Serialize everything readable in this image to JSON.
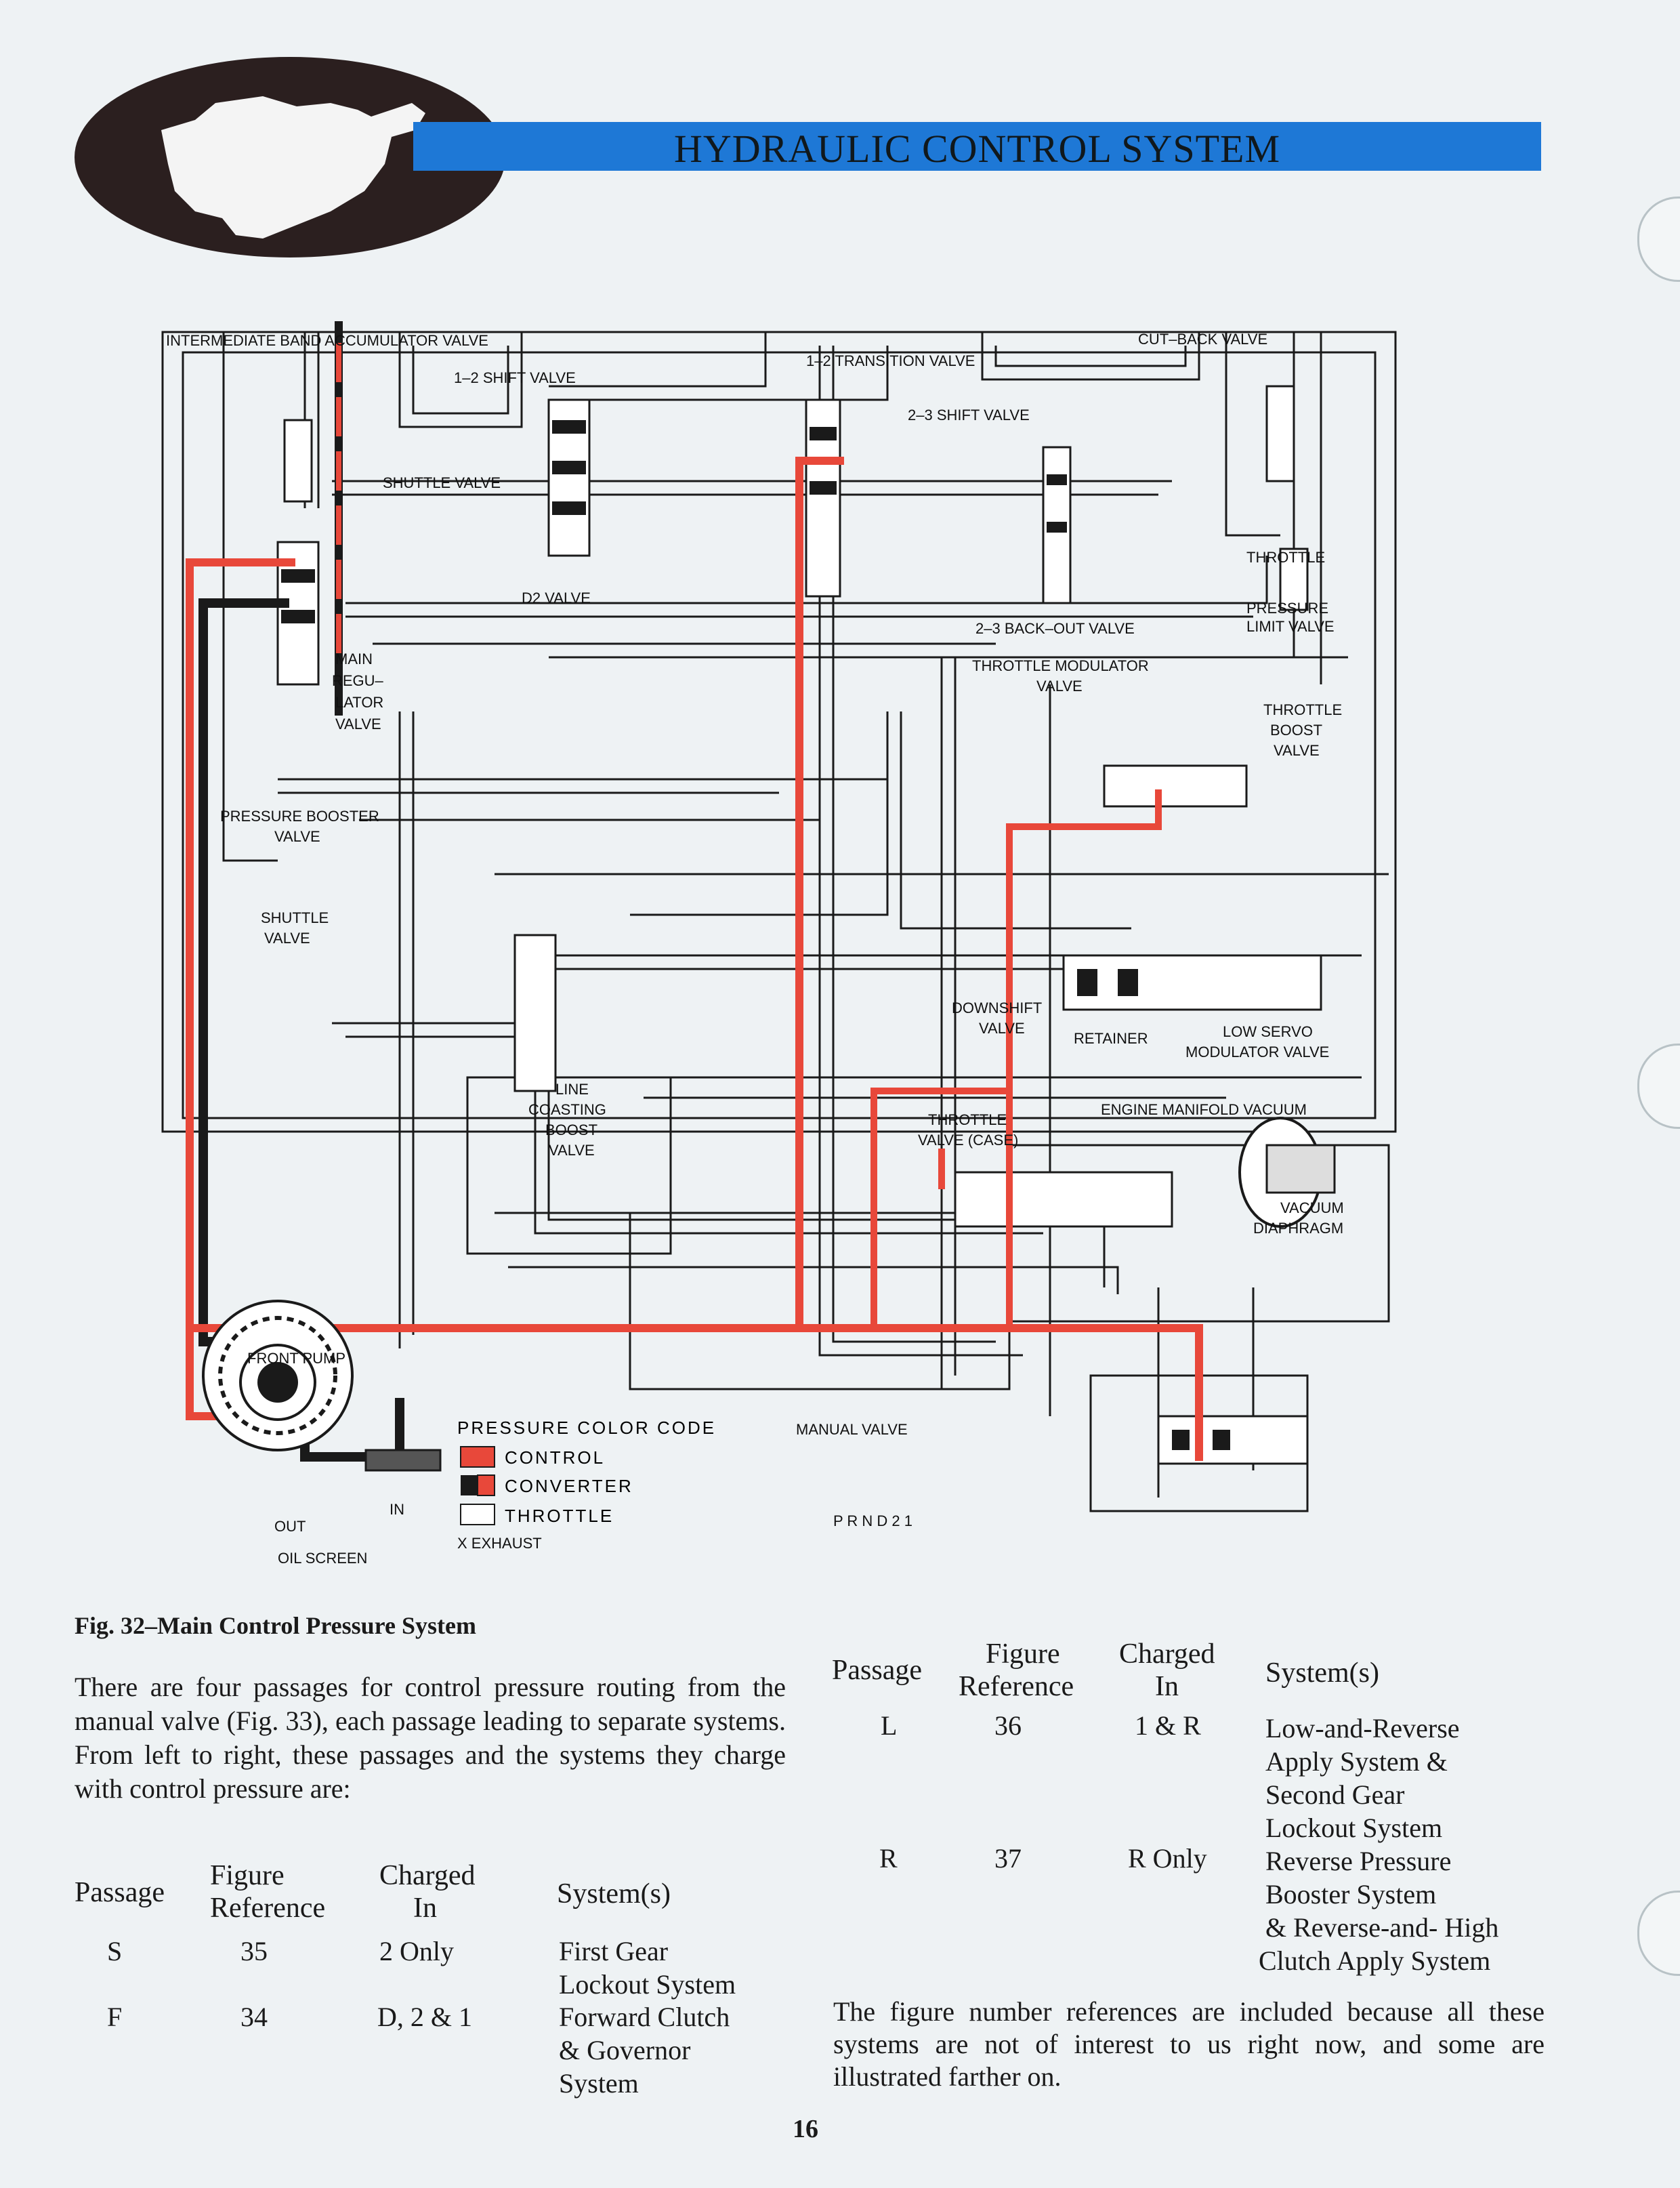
{
  "header": {
    "title": "HYDRAULIC CONTROL SYSTEM"
  },
  "colors": {
    "banner": "#1e78d6",
    "control": "#e8483a",
    "converter": "#1a1a1a",
    "line": "#1a1a1a"
  },
  "diagram": {
    "labels": {
      "intermediate_band": "INTERMEDIATE BAND ACCUMULATOR VALVE",
      "shift_12": "1–2 SHIFT VALVE",
      "transition_12": "1–2 TRANSITION VALVE",
      "cutback": "CUT–BACK VALVE",
      "shift_23": "2–3 SHIFT VALVE",
      "shuttle_top": "SHUTTLE VALVE",
      "d2_valve": "D2 VALVE",
      "throttle_pl_1": "THROTTLE",
      "throttle_pl_2": "PRESSURE",
      "throttle_pl_3": "LIMIT VALVE",
      "backout_23": "2–3 BACK–OUT VALVE",
      "main_reg_1": "MAIN",
      "main_reg_2": "REGU–",
      "main_reg_3": "LATOR",
      "main_reg_4": "VALVE",
      "throttle_mod_1": "THROTTLE MODULATOR",
      "throttle_mod_2": "VALVE",
      "throttle_boost_1": "THROTTLE",
      "throttle_boost_2": "BOOST",
      "throttle_boost_3": "VALVE",
      "pressure_booster_1": "PRESSURE BOOSTER",
      "pressure_booster_2": "VALVE",
      "shuttle_mid_1": "SHUTTLE",
      "shuttle_mid_2": "VALVE",
      "downshift_1": "DOWNSHIFT",
      "downshift_2": "VALVE",
      "retainer": "RETAINER",
      "low_servo_1": "LOW SERVO",
      "low_servo_2": "MODULATOR VALVE",
      "line_coasting_1": "LINE",
      "line_coasting_2": "COASTING",
      "line_coasting_3": "BOOST",
      "line_coasting_4": "VALVE",
      "throttle_case_1": "THROTTLE",
      "throttle_case_2": "VALVE (CASE)",
      "engine_manifold": "ENGINE MANIFOLD VACUUM",
      "vacuum_1": "VACUUM",
      "vacuum_2": "DIAPHRAGM",
      "front_pump": "FRONT PUMP",
      "pump_out": "OUT",
      "pump_in": "IN",
      "oil_screen": "OIL SCREEN",
      "manual_valve": "MANUAL VALVE",
      "manual_positions": "P R N D 2 1"
    },
    "legend": {
      "title": "PRESSURE COLOR CODE",
      "control": "CONTROL",
      "converter": "CONVERTER",
      "throttle": "THROTTLE",
      "exhaust": "X EXHAUST"
    }
  },
  "caption": "Fig. 32–Main Control Pressure System",
  "intro": "There are four passages for control pressure routing from the manual valve (Fig. 33), each passage leading to separate systems. From left to right, these passages and the systems they charge with control pressure are:",
  "table_left": {
    "headers": {
      "passage": "Passage",
      "figure_1": "Figure",
      "figure_2": "Reference",
      "charged_1": "Charged",
      "charged_2": "In",
      "systems": "System(s)"
    },
    "rows": [
      {
        "passage": "S",
        "figure": "35",
        "charged": "2 Only",
        "system_1": "First Gear",
        "system_2": "Lockout System"
      },
      {
        "passage": "F",
        "figure": "34",
        "charged": "D, 2 & 1",
        "system_1": "Forward Clutch",
        "system_2": "& Governor",
        "system_3": "System"
      }
    ]
  },
  "table_right": {
    "headers": {
      "passage": "Passage",
      "figure_1": "Figure",
      "figure_2": "Reference",
      "charged_1": "Charged",
      "charged_2": "In",
      "systems": "System(s)"
    },
    "rows": [
      {
        "passage": "L",
        "figure": "36",
        "charged": "1 & R",
        "system_1": "Low-and-Reverse",
        "system_2": "Apply System &",
        "system_3": "Second Gear",
        "system_4": "Lockout System"
      },
      {
        "passage": "R",
        "figure": "37",
        "charged": "R Only",
        "system_1": "Reverse Pressure",
        "system_2": "Booster System",
        "system_3": "& Reverse-and- High",
        "system_4": "Clutch Apply System"
      }
    ]
  },
  "outro": "The figure number references are included because all these systems are not of interest to us right now, and some are illustrated farther on.",
  "page_number": "16"
}
